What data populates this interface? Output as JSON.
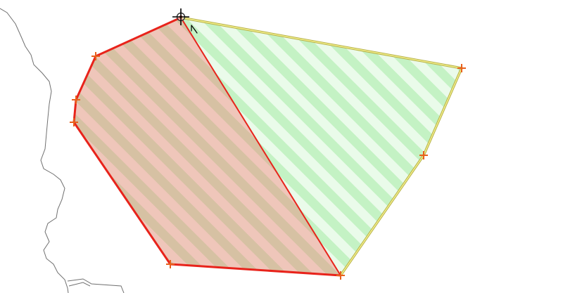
{
  "map": {
    "background": "#ffffff",
    "coastline": {
      "color": "#707070"
    },
    "layers": [
      {
        "name": "edited-polygon",
        "fill": "#e9b3a3",
        "stripe": "#cdbf9a",
        "outline": "#e8231b",
        "opacity": 0.75
      },
      {
        "name": "adjacent-polygon",
        "fill": "#eafbea",
        "stripe": "#c4f2c4",
        "outline": "#b7b24a",
        "outline_inner": "#f2ee8a"
      }
    ],
    "vertex_marker": {
      "color": "#e8601c",
      "symbol": "+"
    },
    "cursor": {
      "tool": "vertex-edit-crosshair",
      "color": "#000000"
    }
  }
}
